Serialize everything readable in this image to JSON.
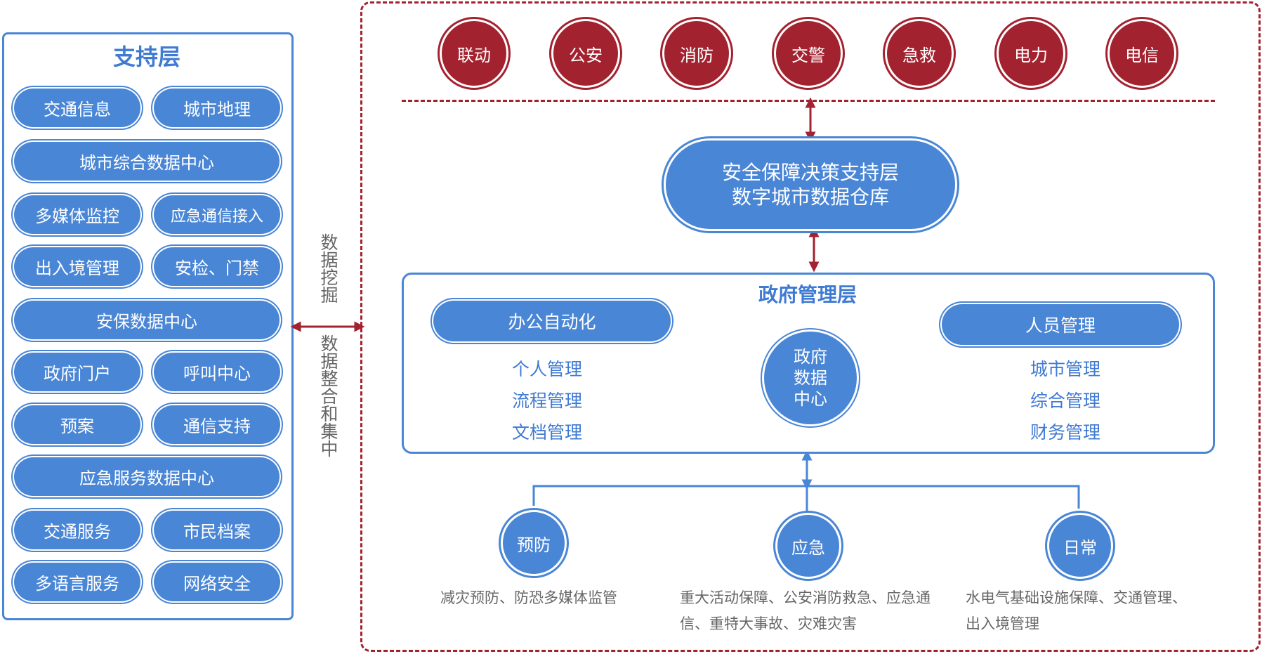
{
  "support_layer": {
    "title": "支持层",
    "items": {
      "traffic_info": "交通信息",
      "city_geo": "城市地理",
      "city_data_center": "城市综合数据中心",
      "multimedia_monitor": "多媒体监控",
      "emergency_comm": "应急通信接入",
      "entry_exit": "出入境管理",
      "security_access": "安检、门禁",
      "security_data_center": "安保数据中心",
      "gov_portal": "政府门户",
      "call_center": "呼叫中心",
      "plan": "预案",
      "comm_support": "通信支持",
      "emergency_service_center": "应急服务数据中心",
      "traffic_service": "交通服务",
      "citizen_archive": "市民档案",
      "multilang_service": "多语言服务",
      "network_security": "网络安全"
    }
  },
  "vertical_labels": {
    "mining": "数据挖掘",
    "integration": "数据整合和集中"
  },
  "agencies": {
    "a1": "联动",
    "a2": "公安",
    "a3": "消防",
    "a4": "交警",
    "a5": "急救",
    "a6": "电力",
    "a7": "电信"
  },
  "decision_layer": {
    "line1": "安全保障决策支持层",
    "line2": "数字城市数据仓库"
  },
  "gov_layer": {
    "title": "政府管理层",
    "left_pill": "办公自动化",
    "left_items": {
      "i1": "个人管理",
      "i2": "流程管理",
      "i3": "文档管理"
    },
    "center": {
      "l1": "政府",
      "l2": "数据",
      "l3": "中心"
    },
    "right_pill": "人员管理",
    "right_items": {
      "i1": "城市管理",
      "i2": "综合管理",
      "i3": "财务管理"
    }
  },
  "bottom": {
    "prevention": {
      "label": "预防",
      "desc": "减灾预防、防恐多媒体监管"
    },
    "emergency": {
      "label": "应急",
      "desc1": "重大活动保障、公安消防救急、应急通",
      "desc2": "信、重特大事故、灾难灾害"
    },
    "daily": {
      "label": "日常",
      "desc1": "水电气基础设施保障、交通管理、",
      "desc2": "出入境管理"
    }
  },
  "colors": {
    "blue": "#4a86d6",
    "red": "#a3222f",
    "text_blue": "#3f7ad3",
    "text_gray": "#666666"
  }
}
